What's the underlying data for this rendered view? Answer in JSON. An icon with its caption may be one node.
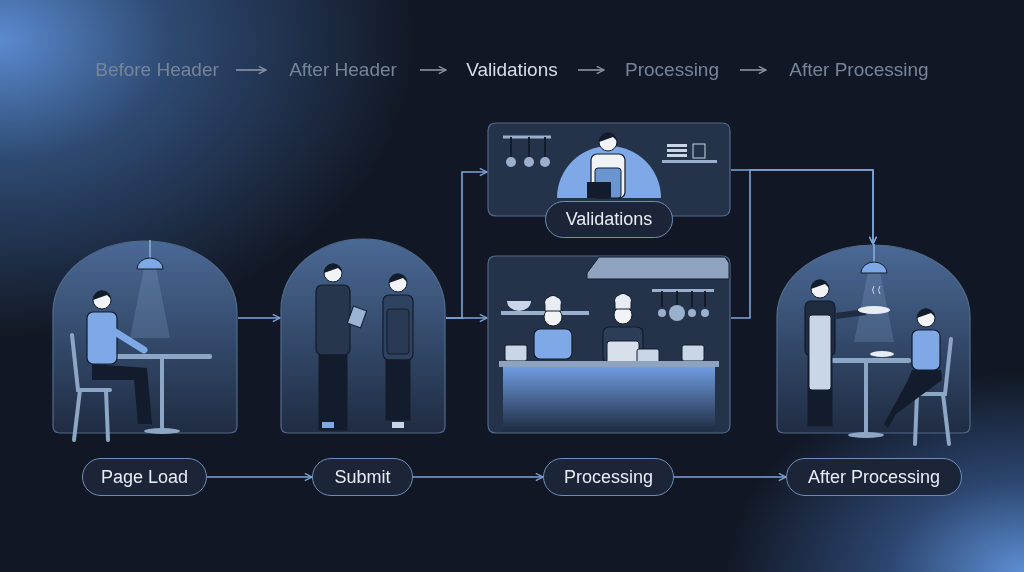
{
  "diagram": {
    "nodes": [
      {
        "text": [
          "Before Header"
        ]
      },
      {
        "text": [
          "After Header"
        ]
      },
      {
        "text": [
          "Validations"
        ]
      },
      {
        "text": [
          "Processing"
        ]
      },
      {
        "text": [
          "After Processing"
        ]
      },
      {
        "text": [],
        "shape": "picture"
      },
      {
        "text": [],
        "shape": "picture"
      },
      {
        "text": [],
        "shape": "picture"
      },
      {
        "text": [
          "Validations"
        ]
      },
      {
        "text": [],
        "shape": "picture"
      },
      {
        "text": [],
        "shape": "picture"
      },
      {
        "text": [
          "Page Load"
        ]
      },
      {
        "text": [
          "Submit"
        ]
      },
      {
        "text": [
          "Processing"
        ]
      },
      {
        "text": [
          "After Processing"
        ]
      }
    ],
    "edges": [
      {
        "from": 0,
        "to": 1,
        "arrow": "to",
        "color": "#8a95a5"
      },
      {
        "from": 1,
        "to": 2,
        "arrow": "to",
        "color": "#8a95a5"
      },
      {
        "from": 2,
        "to": 3,
        "arrow": "to",
        "color": "#8a95a5"
      },
      {
        "from": 3,
        "to": 4,
        "arrow": "to",
        "color": "#8a95a5"
      },
      {
        "from": 5,
        "to": 6,
        "arrow": "to"
      },
      {
        "from": 6,
        "to": 7,
        "arrow": "to"
      },
      {
        "from": 6,
        "to": 9,
        "arrow": "to"
      },
      {
        "from": 7,
        "to": 10,
        "arrow": "to"
      },
      {
        "from": 9,
        "to": 10,
        "arrow": "to"
      },
      {
        "from": 11,
        "to": 12,
        "arrow": "to"
      },
      {
        "from": 12,
        "to": 13,
        "arrow": "to"
      },
      {
        "from": 13,
        "to": 14,
        "arrow": "to"
      }
    ]
  }
}
